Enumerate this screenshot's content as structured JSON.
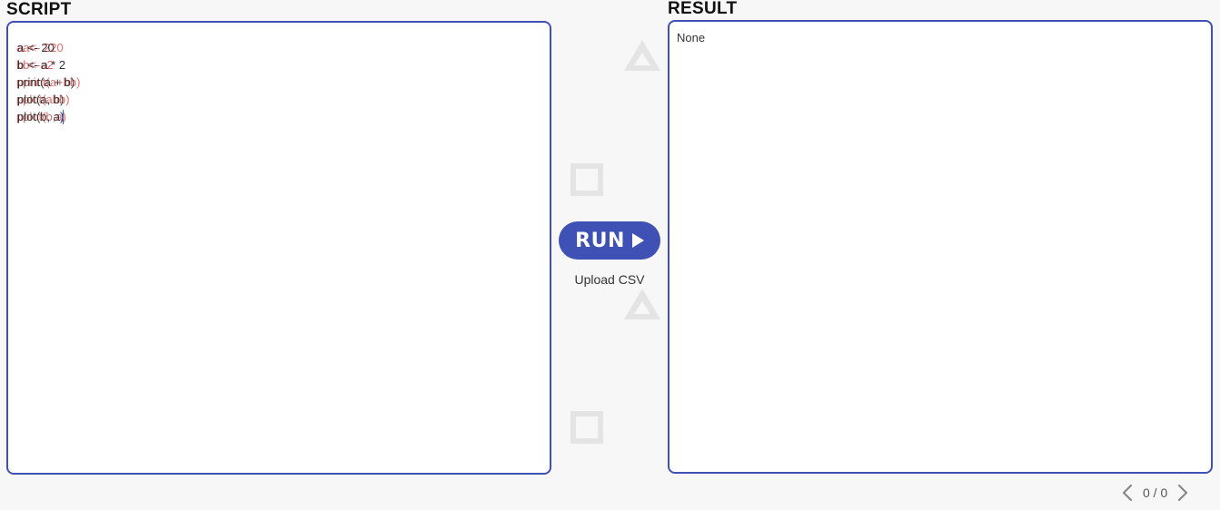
{
  "script": {
    "title": "SCRIPT",
    "ghost_lines": [
      "aa<- 220",
      "bb<-a2",
      "pprint(a+bb)",
      "pplot(abb)",
      "pplot(b,a)"
    ],
    "lines": [
      "a <- 20",
      "b <- a * 2",
      "print(a + b)",
      "plot(a, b)",
      "plot(b, a)"
    ]
  },
  "result": {
    "title": "RESULT",
    "output": "None"
  },
  "actions": {
    "run_label": "RUN",
    "upload_label": "Upload CSV"
  },
  "pager": {
    "label": "0 / 0"
  },
  "colors": {
    "accent": "#3f51b5",
    "error_text": "#d9534f",
    "background": "#f7f7f7"
  },
  "icons": {
    "run": "play-icon",
    "prev": "chevron-left-icon",
    "next": "chevron-right-icon"
  }
}
